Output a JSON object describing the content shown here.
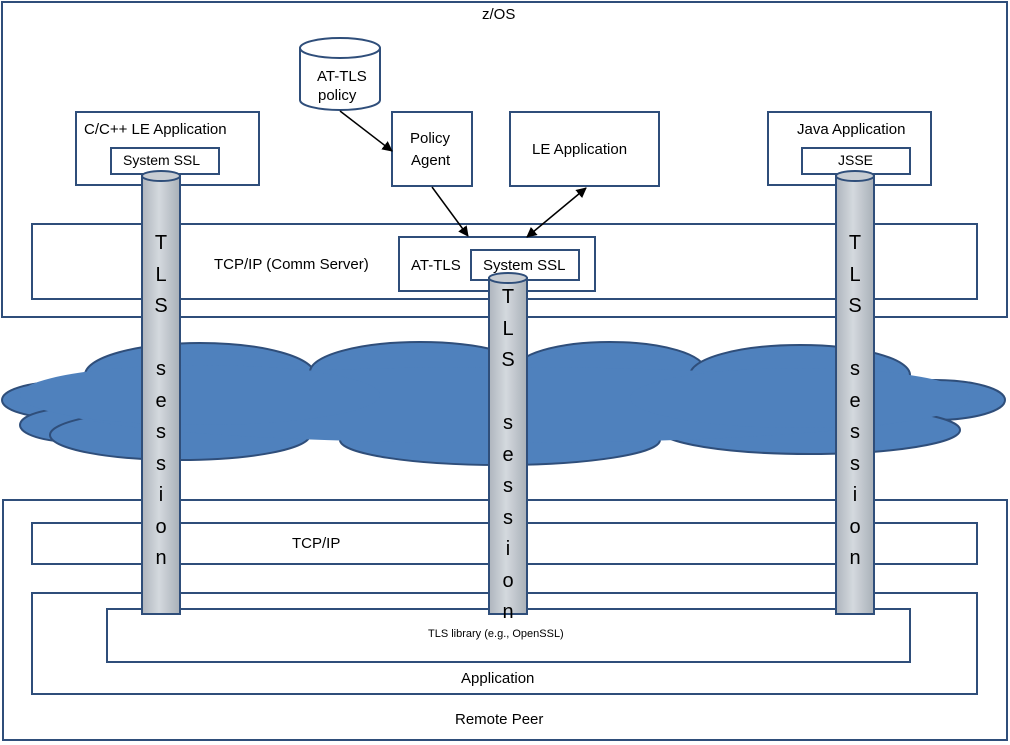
{
  "zos": {
    "title": "z/OS",
    "policy_db": {
      "line1": "AT-TLS",
      "line2": "policy"
    },
    "cpp_app": {
      "title": "C/C++ LE Application",
      "inner": "System SSL"
    },
    "policy_agent": {
      "line1": "Policy",
      "line2": "Agent"
    },
    "le_app": {
      "title": "LE Application"
    },
    "java_app": {
      "title": "Java Application",
      "inner": "JSSE"
    },
    "tcpip": {
      "title": "TCP/IP (Comm Server)"
    },
    "attls": {
      "label": "AT-TLS",
      "inner": "System SSL"
    }
  },
  "tls_pipes": [
    {
      "letters": [
        "T",
        "L",
        "S",
        "",
        "s",
        "e",
        "s",
        "s",
        "i",
        "o",
        "n"
      ]
    },
    {
      "letters": [
        "T",
        "L",
        "S",
        "",
        "s",
        "e",
        "s",
        "s",
        "i",
        "o",
        "n"
      ]
    },
    {
      "letters": [
        "T",
        "L",
        "S",
        "",
        "s",
        "e",
        "s",
        "s",
        "i",
        "o",
        "n"
      ]
    }
  ],
  "remote": {
    "title": "Remote Peer",
    "tcpip": "TCP/IP",
    "application": "Application",
    "tls_library": "TLS library (e.g., OpenSSL)"
  },
  "colors": {
    "border": "#2f4e7a",
    "cloud": "#4f81bd",
    "pipe": "#c8cdd3"
  }
}
